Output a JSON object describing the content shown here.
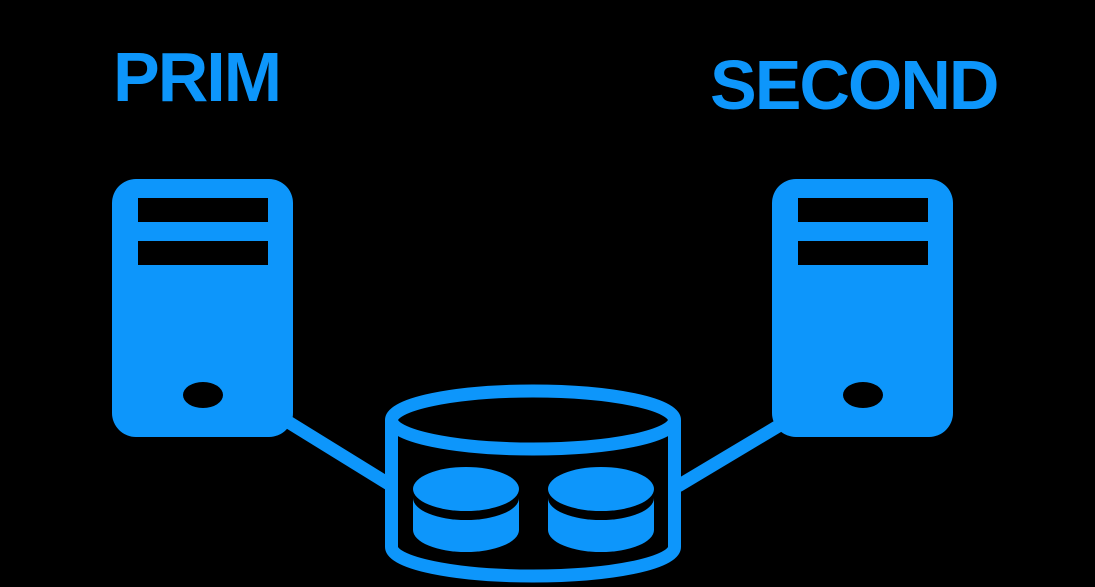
{
  "page": {
    "background_color": "#000000",
    "accent_color": "#0D96FB"
  },
  "diagram": {
    "left_node": {
      "label": "PRIM",
      "icon": "server-tower-icon"
    },
    "right_node": {
      "label": "SECOND",
      "icon": "server-tower-icon"
    },
    "storage_node": {
      "icon": "database-cylinder-icon",
      "disk_count": 2
    },
    "connections": [
      {
        "from": "left_node",
        "to": "storage_node"
      },
      {
        "from": "right_node",
        "to": "storage_node"
      }
    ]
  }
}
